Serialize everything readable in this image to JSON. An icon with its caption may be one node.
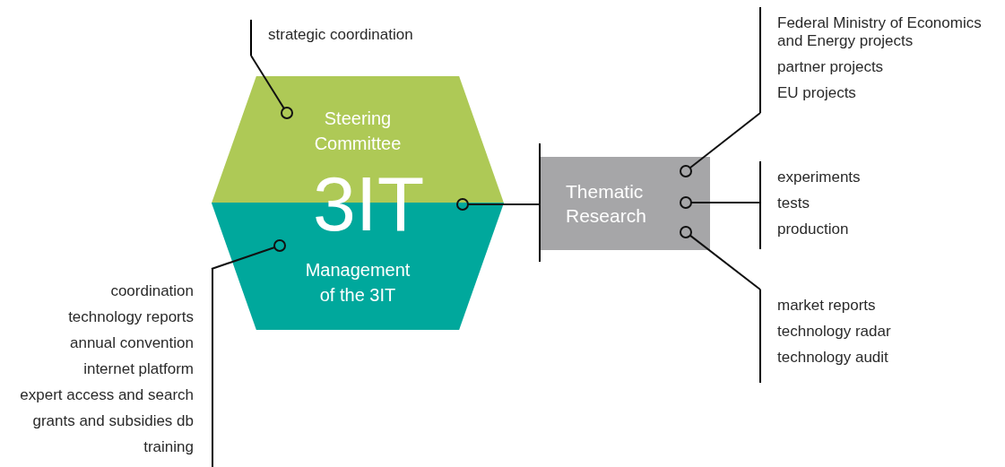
{
  "diagram": {
    "nodes": [
      {
        "text": [
          "3IT"
        ]
      },
      {
        "text": [
          "Steering Committee"
        ],
        "in": 0
      },
      {
        "text": [
          "Management of the 3IT"
        ],
        "in": 0
      },
      {
        "text": [
          "Thematic Research"
        ]
      },
      {
        "text": [
          "strategic coordination"
        ]
      },
      {
        "text": [
          "coordination",
          "technology reports",
          "annual convention",
          "internet platform",
          "expert access and search",
          "grants and subsidies db",
          "training"
        ]
      },
      {
        "text": [
          "Federal Ministry of Economics and Energy projects",
          "partner projects",
          "EU projects"
        ]
      },
      {
        "text": [
          "experiments",
          "tests",
          "production"
        ]
      },
      {
        "text": [
          "market reports",
          "technology radar",
          "technology audit"
        ]
      }
    ],
    "edges": [
      {
        "from": 1,
        "to": 4,
        "arrow": "other"
      },
      {
        "from": 2,
        "to": 5,
        "arrow": "other"
      },
      {
        "from": 0,
        "to": 3,
        "arrow": "other"
      },
      {
        "from": 3,
        "to": 6,
        "arrow": "other"
      },
      {
        "from": 3,
        "to": 7,
        "arrow": "other"
      },
      {
        "from": 3,
        "to": 8,
        "arrow": "other"
      }
    ]
  }
}
